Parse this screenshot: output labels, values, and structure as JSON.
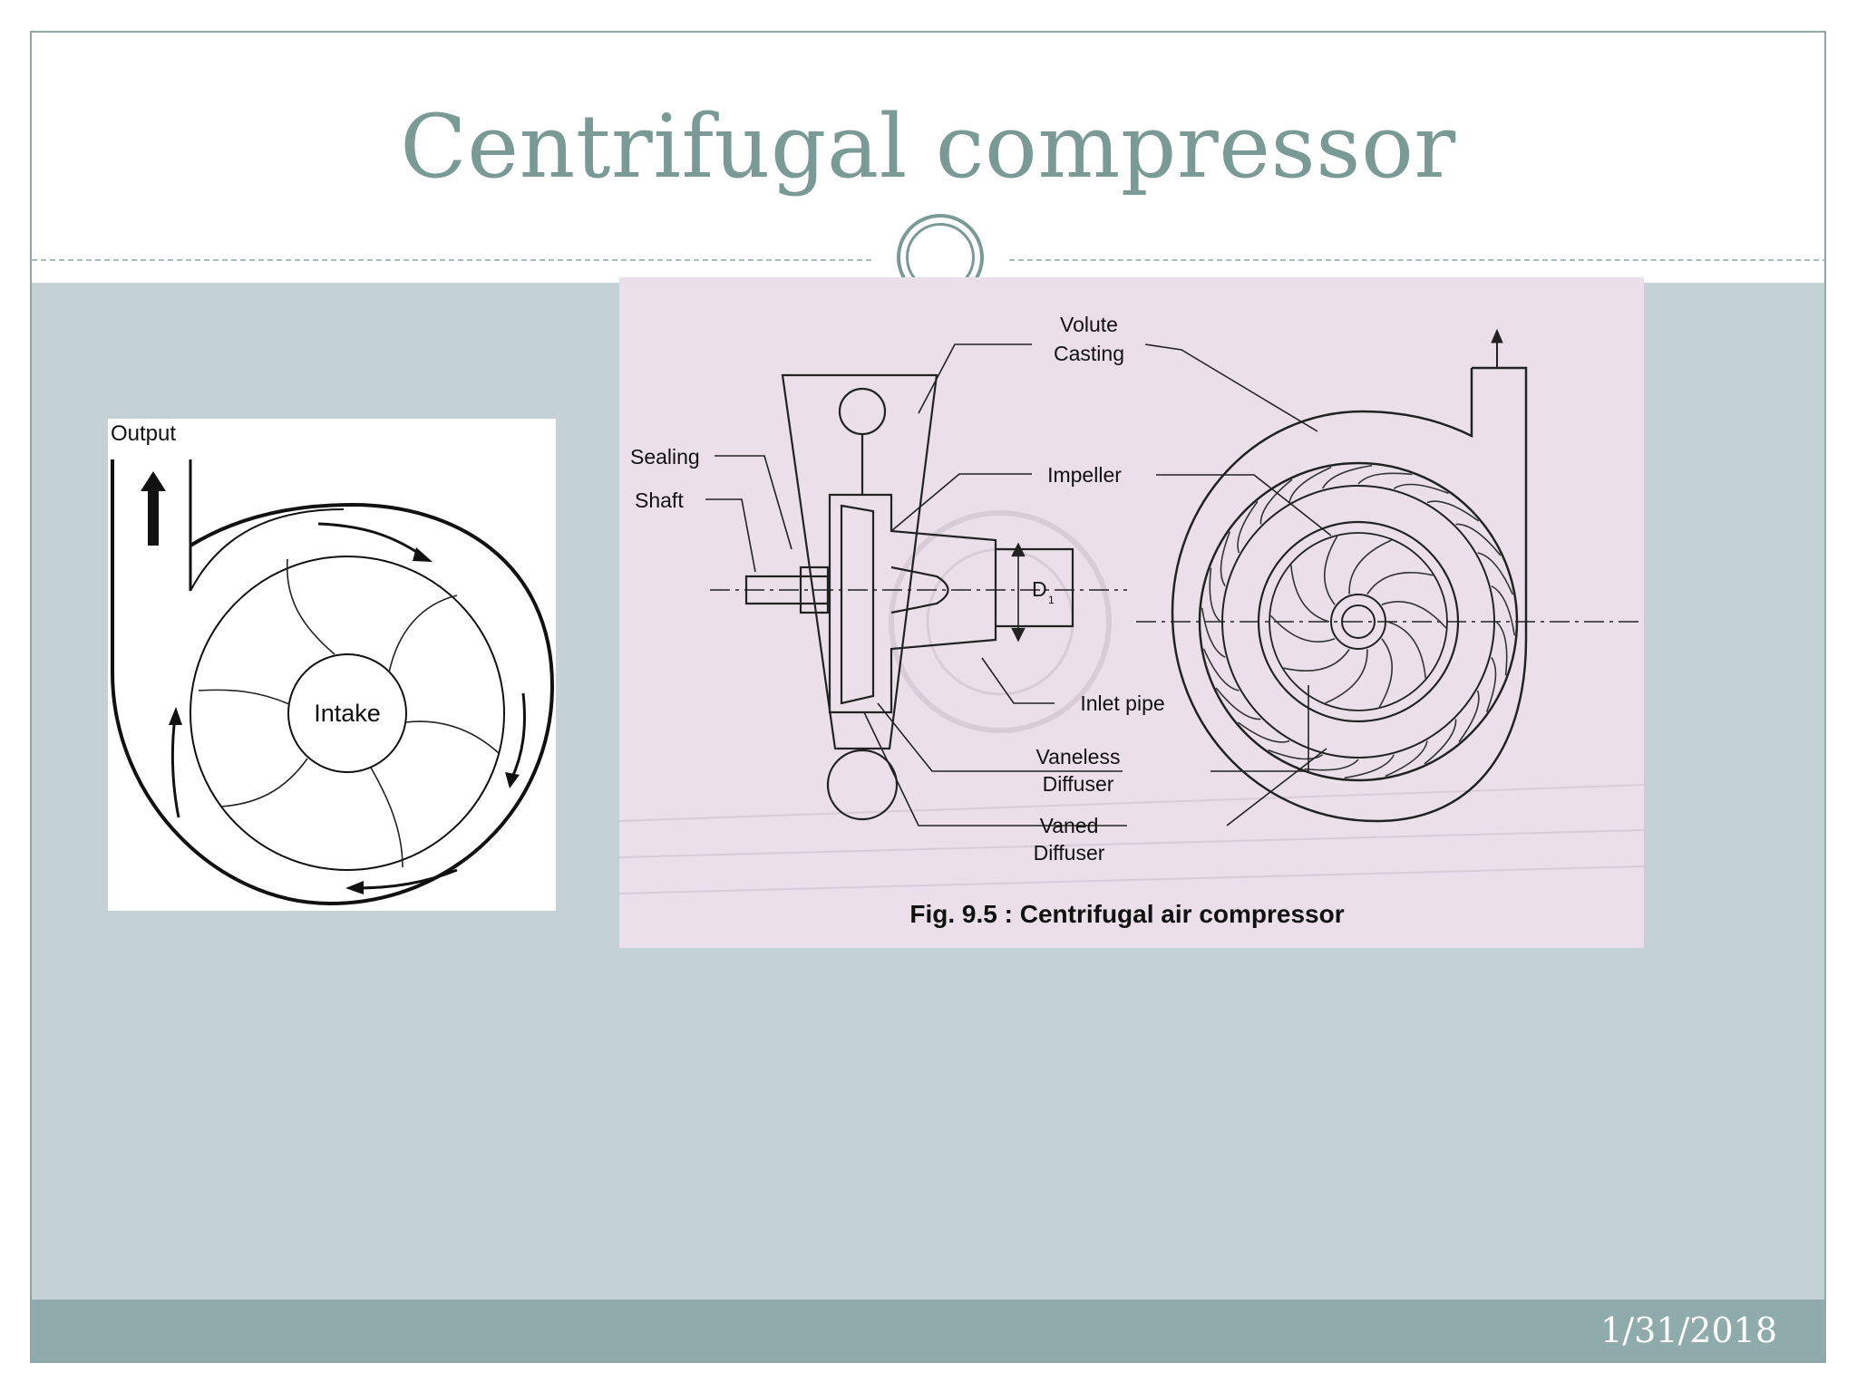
{
  "slide": {
    "title": "Centrifugal compressor",
    "date": "1/31/2018"
  },
  "figure_left": {
    "output_label": "Output",
    "intake_label": "Intake"
  },
  "figure_right": {
    "labels": {
      "volute": "Volute",
      "casting": "Casting",
      "sealing": "Sealing",
      "shaft": "Shaft",
      "impeller": "Impeller",
      "d1": "D",
      "d1_sub": "1",
      "inlet_pipe": "Inlet pipe",
      "vaneless": "Vaneless",
      "vaneless_diffuser": "Diffuser",
      "vaned": "Vaned",
      "vaned_diffuser": "Diffuser"
    },
    "caption": "Fig. 9.5 : Centrifugal air compressor"
  },
  "colors": {
    "title_teal": "#7a9a96",
    "content_bg": "#c4d1d5",
    "footer_bg": "#8fabab",
    "photo_bg": "#ebe0ea"
  }
}
